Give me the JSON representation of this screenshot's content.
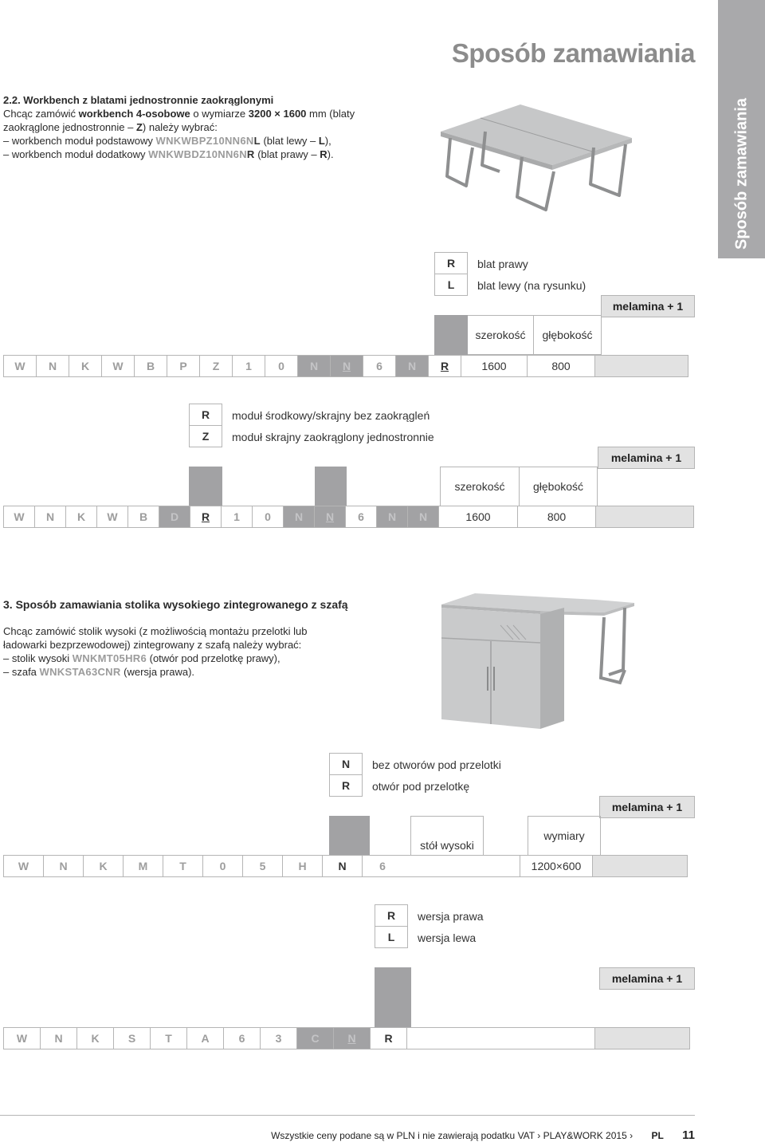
{
  "page_title": "Sposób zamawiania",
  "side_tab": "Sposób zamawiania",
  "s1": {
    "heading": "2.2. Workbench z blatami jednostronnie zaokrąglonymi",
    "l1a": "Chcąc zamówić ",
    "l1b": "workbench 4-osobowe",
    "l1c": " o wymiarze ",
    "l1d": "3200 × 1600",
    "l1e": " mm (blaty",
    "l2a": "zaokrąglone jednostronnie – ",
    "l2b": "Z",
    "l2c": ") należy wybrać:",
    "l3a": "–  workbench moduł podstawowy ",
    "l3code": "WNKWBPZ10NN6N",
    "l3k": "L",
    "l3b": " (blat lewy – ",
    "l3c": "L",
    "l3d": "),",
    "l4a": "–  workbench moduł dodatkowy ",
    "l4code": "WNKWBDZ10NN6N",
    "l4k": "R",
    "l4b": " (blat prawy – ",
    "l4c": "R",
    "l4d": ")."
  },
  "t1": {
    "legend": [
      {
        "key": "R",
        "label": "blat prawy"
      },
      {
        "key": "L",
        "label": "blat lewy (na rysunku)"
      }
    ],
    "melamina": "melamina + 1",
    "szerokosc": "szerokość",
    "glebokosc": "głębokość",
    "code": [
      "W",
      "N",
      "K",
      "W",
      "B",
      "P",
      "Z",
      "1",
      "0",
      "N",
      "N",
      "6",
      "N",
      "R"
    ],
    "width": "1600",
    "depth": "800"
  },
  "t2": {
    "legend": [
      {
        "key": "R",
        "label": "moduł środkowy/skrajny bez zaokrągleń"
      },
      {
        "key": "Z",
        "label": "moduł skrajny zaokrąglony jednostronnie"
      }
    ],
    "melamina": "melamina + 1",
    "szerokosc": "szerokość",
    "glebokosc": "głębokość",
    "code": [
      "W",
      "N",
      "K",
      "W",
      "B",
      "D",
      "R",
      "1",
      "0",
      "N",
      "N",
      "6",
      "N",
      "N"
    ],
    "width": "1600",
    "depth": "800"
  },
  "s3": {
    "heading": "3. Sposób zamawiania stolika wysokiego zintegrowanego z szafą",
    "p1": "Chcąc zamówić stolik wysoki (z możliwością montażu przelotki lub",
    "p2": "ładowarki bezprzewodowej) zintegrowany z szafą należy wybrać:",
    "p3a": "–  stolik wysoki ",
    "p3code": "WNKMT05HR6",
    "p3b": " (otwór pod przelotkę prawy),",
    "p4a": "–  szafa ",
    "p4code": "WNKSTA63CNR",
    "p4b": " (wersja prawa)."
  },
  "t3": {
    "legend": [
      {
        "key": "N",
        "label": "bez otworów pod przelotki"
      },
      {
        "key": "R",
        "label": "otwór pod przelotkę"
      }
    ],
    "melamina": "melamina + 1",
    "stol": "stół wysoki",
    "wymiary": "wymiary",
    "code": [
      "W",
      "N",
      "K",
      "M",
      "T",
      "0",
      "5",
      "H",
      "N",
      "6"
    ],
    "dims": "1200×600"
  },
  "t4": {
    "legend": [
      {
        "key": "R",
        "label": "wersja prawa"
      },
      {
        "key": "L",
        "label": "wersja lewa"
      }
    ],
    "melamina": "melamina + 1",
    "code": [
      "W",
      "N",
      "K",
      "S",
      "T",
      "A",
      "6",
      "3",
      "C",
      "N",
      "R"
    ]
  },
  "footer": {
    "text": "Wszystkie ceny podane są w PLN i nie zawierają podatku VAT",
    "brand": "PLAY&WORK 2015",
    "lang": "PL",
    "page": "11"
  }
}
